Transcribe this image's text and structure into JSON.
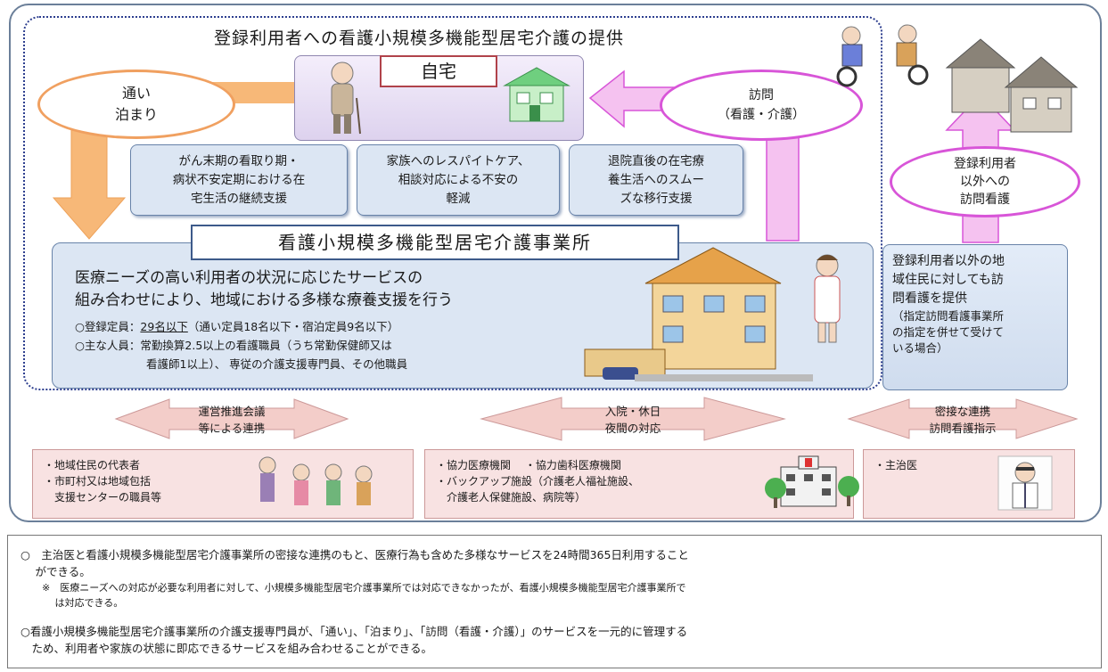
{
  "title": "登録利用者への看護小規模多機能型居宅介護の提供",
  "home_label": "自宅",
  "oval_kayoi": {
    "line1": "通い",
    "line2": "泊まり"
  },
  "oval_houmon": {
    "line1": "訪問",
    "line2": "（看護・介護）"
  },
  "oval_nonreg": {
    "line1": "登録利用者",
    "line2": "以外への",
    "line3": "訪問看護"
  },
  "support_boxes": [
    {
      "line1": "がん末期の看取り期・",
      "line2": "病状不安定期における在",
      "line3": "宅生活の継続支援"
    },
    {
      "line1": "家族へのレスパイトケア、",
      "line2": "相談対応による不安の",
      "line3": "軽減"
    },
    {
      "line1": "退院直後の在宅療",
      "line2": "養生活へのスムー",
      "line3": "ズな移行支援"
    }
  ],
  "facility": {
    "name": "看護小規模多機能型居宅介護事業所",
    "desc_line1": "医療ニーズの高い利用者の状況に応じたサービスの",
    "desc_line2": "組み合わせにより、地域における多様な療養支援を行う",
    "info1_prefix": "○登録定員：",
    "info1_value": "29名以下",
    "info1_suffix": "（通い定員18名以下・宿泊定員9名以下）",
    "info2_line1": "○主な人員：常勤換算2.5以上の看護職員（うち常勤保健師又は",
    "info2_line2": "看護師1以上）、 専従の介護支援専門員、その他職員"
  },
  "side_box": {
    "line1": "登録利用者以外の地",
    "line2": "域住民に対しても訪",
    "line3": "問看護を提供",
    "sub1": "（指定訪問看護事業所",
    "sub2": "の指定を併せて受けて",
    "sub3": "いる場合）"
  },
  "arrows": [
    {
      "line1": "運営推進会議",
      "line2": "等による連携"
    },
    {
      "line1": "入院・休日",
      "line2": "夜間の対応"
    },
    {
      "line1": "密接な連携",
      "line2": "訪問看護指示"
    }
  ],
  "partners": {
    "box1": [
      "・地域住民の代表者",
      "・市町村又は地域包括",
      "　支援センターの職員等"
    ],
    "box2": [
      "・協力医療機関　 ・協力歯科医療機関",
      "・バックアップ施設（介護老人福祉施設、",
      "　介護老人保健施設、病院等）"
    ],
    "box3": [
      "・主治医"
    ]
  },
  "bottom": {
    "p1_line1": "○　主治医と看護小規模多機能型居宅介護事業所の密接な連携のもと、医療行為も含めた多様なサービスを24時間365日利用すること",
    "p1_line2": "　 ができる。",
    "note_line1": "※　医療ニーズへの対応が必要な利用者に対して、小規模多機能型居宅介護事業所では対応できなかったが、看護小規模多機能型居宅介護事業所で",
    "note_line2": "　 は対応できる。",
    "p2_line1": "○看護小規模多機能型居宅介護事業所の介護支援専門員が、「通い」、「泊まり」、「訪問（看護・介護）」のサービスを一元的に管理する",
    "p2_line2": "　ため、利用者や家族の状態に即応できるサービスを組み合わせることができる。"
  },
  "colors": {
    "orange": "#f7b878",
    "pink": "#f5c2f0",
    "pink_border": "#d855d8",
    "blue_fill": "#dce6f3",
    "salmon": "#f3cdc9"
  }
}
